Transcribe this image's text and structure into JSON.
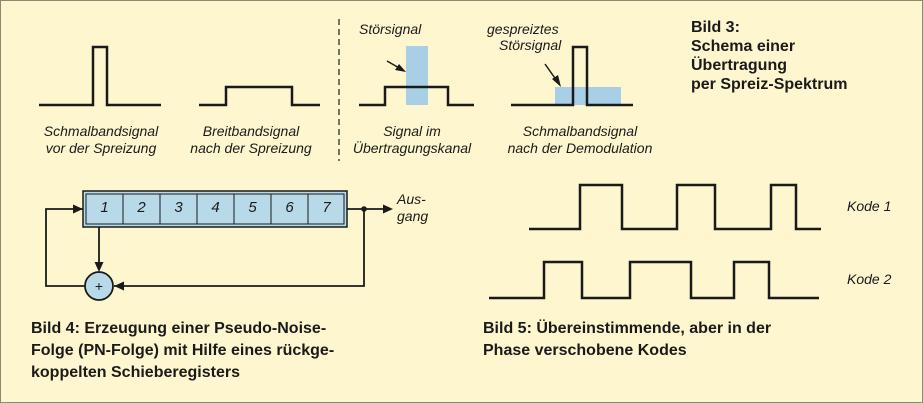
{
  "colors": {
    "background": "#fdf6cf",
    "line": "#1a1a1a",
    "register_fill": "#b7d9e8",
    "noise_fill": "#a9cfe6",
    "frame": "#8a8a70"
  },
  "bild3": {
    "title": "Bild 3:",
    "subtitle": [
      "Schema einer",
      "Übertragung",
      "per Spreiz-Spektrum"
    ],
    "captions": [
      [
        "Schmalbandsignal",
        "vor der Spreizung"
      ],
      [
        "Breitbandsignal",
        "nach der Spreizung"
      ],
      [
        "Signal im",
        "Übertragungskanal"
      ],
      [
        "Schmalbandsignal",
        "nach der Demodulation"
      ]
    ],
    "label_stoersignal": "Störsignal",
    "label_gespreiztes": [
      "gespreiztes",
      "Störsignal"
    ]
  },
  "bild4": {
    "register_cells": [
      "1",
      "2",
      "3",
      "4",
      "5",
      "6",
      "7"
    ],
    "adder_symbol": "+",
    "output_label": [
      "Aus-",
      "gang"
    ],
    "caption": [
      "Bild 4: Erzeugung einer Pseudo-Noise-",
      "Folge (PN-Folge) mit Hilfe eines rückge-",
      "koppelten Schieberegisters"
    ]
  },
  "bild5": {
    "code_labels": [
      "Kode 1",
      "Kode 2"
    ],
    "caption": [
      "Bild 5: Übereinstimmende, aber in der",
      "Phase verschobene Kodes"
    ]
  }
}
